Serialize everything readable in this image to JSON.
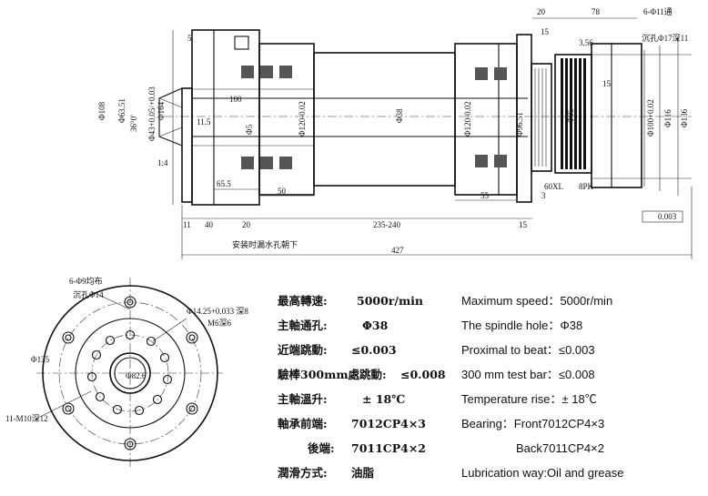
{
  "side_view": {
    "dims": {
      "d164": "Φ164",
      "d108": "Φ108",
      "d63": "Φ63.51",
      "taper_angle": "36°0'",
      "d43": "Φ43+0.05/+0.03",
      "d5": "Φ5",
      "d120a": "Φ120-0.02",
      "d38": "Φ38",
      "d120b": "Φ120-0.02",
      "d96": "Φ96.51",
      "d100": "Φ100+0.02",
      "d116": "Φ116",
      "d136": "Φ136",
      "d95": "Φ95",
      "five": "5",
      "hundred": "100",
      "eleven3": "11.5",
      "ratio": "1:4",
      "sixty5": "65.5",
      "fifty": "50",
      "fifty5": "55",
      "three": "3",
      "three56": "3.56",
      "fifteen_a": "15",
      "fifteen_b": "15",
      "fifteen_c": "15",
      "twenty_top": "20",
      "seventy8": "78",
      "bot11": "11",
      "bot40": "40",
      "bot20": "20",
      "bot235": "235-240",
      "bot15": "15",
      "total": "427",
      "hole_note1": "6-Φ11通",
      "hole_note2": "沉孔Φ17深11",
      "belt60": "60XL",
      "belt8": "8PK",
      "tol": "0.003",
      "water_note": "安装时漏水孔朝下"
    }
  },
  "front_view": {
    "note1": "6-Φ9均布",
    "note2": "沉孔Φ14",
    "note3": "Φ14.25+0.033 深8",
    "note4": "M6深6",
    "d135": "Φ135",
    "note5": "11-M10深12",
    "d82": "Φ82.6"
  },
  "specs": [
    {
      "cn_label": "最高轉速:",
      "cn_value": "5000r/min",
      "en": "Maximum speed：5000r/min"
    },
    {
      "cn_label": "主軸通孔:",
      "cn_value": "Φ38",
      "en": "The spindle hole：Φ38"
    },
    {
      "cn_label": "近端跳動:",
      "cn_value": "≤0.003",
      "en": "Proximal to beat：≤0.003"
    },
    {
      "cn_label": "驗棒300mm處跳動:",
      "cn_value": "≤0.008",
      "en": "300 mm test bar：≤0.008"
    },
    {
      "cn_label": "主軸溫升:",
      "cn_value": "± 18℃",
      "en": "Temperature rise：± 18℃"
    },
    {
      "cn_label": "軸承前端:",
      "cn_value": "7012CP4×3",
      "en": "Bearing：Front7012CP4×3"
    },
    {
      "cn_label": "後端:",
      "cn_value": "7011CP4×2",
      "en": "Back7011CP4×2"
    },
    {
      "cn_label": "潤滑方式:",
      "cn_value": "油脂",
      "en": "Lubrication way:Oil and grease"
    }
  ]
}
